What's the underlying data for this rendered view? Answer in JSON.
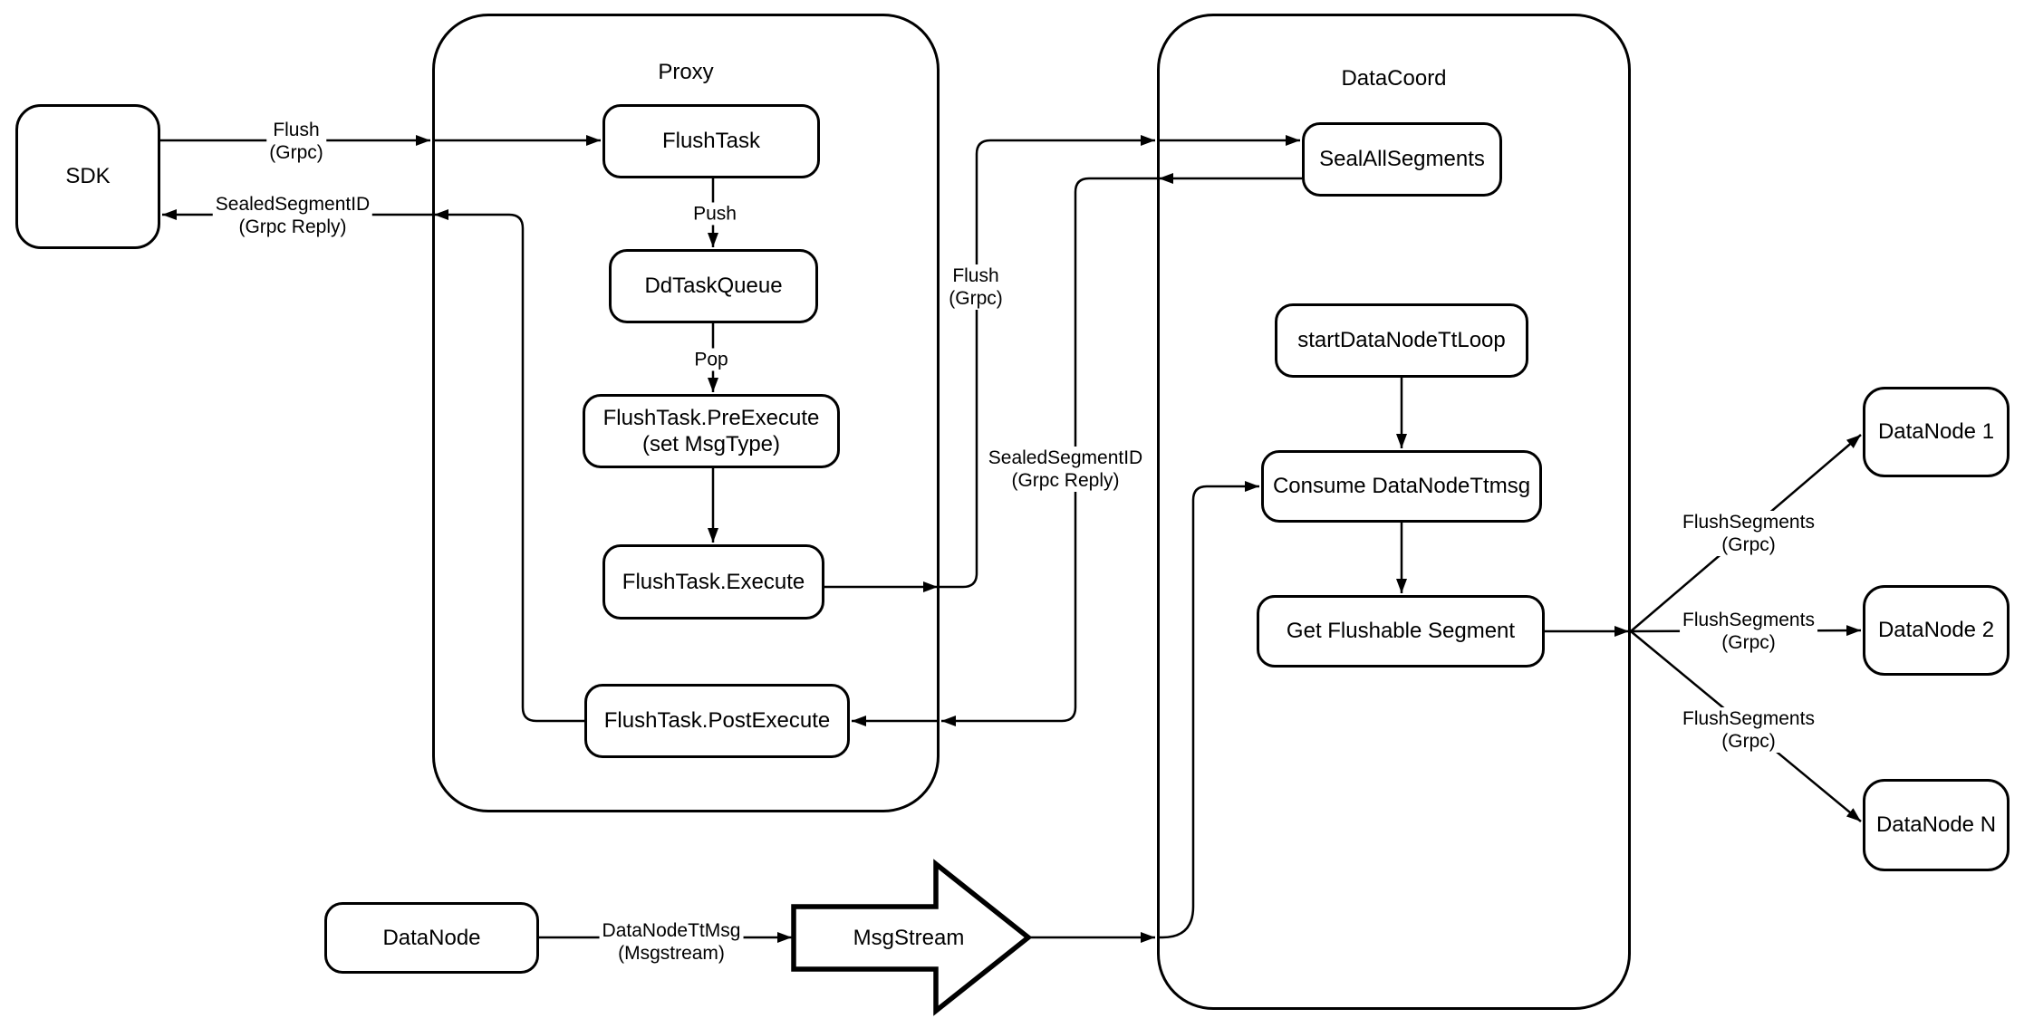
{
  "containers": {
    "proxy": {
      "title": "Proxy"
    },
    "datacoord": {
      "title": "DataCoord"
    }
  },
  "nodes": {
    "sdk": {
      "label": "SDK"
    },
    "flush_task": {
      "label": "FlushTask"
    },
    "dd_task_queue": {
      "label": "DdTaskQueue"
    },
    "pre_execute": {
      "line1": "FlushTask.PreExecute",
      "line2": "(set MsgType)"
    },
    "execute": {
      "label": "FlushTask.Execute"
    },
    "post_execute": {
      "label": "FlushTask.PostExecute"
    },
    "seal_all_segments": {
      "label": "SealAllSegments"
    },
    "start_tt_loop": {
      "label": "startDataNodeTtLoop"
    },
    "consume_ttmsg": {
      "label": "Consume DataNodeTtmsg"
    },
    "get_flushable": {
      "label": "Get Flushable Segment"
    },
    "datanode_1": {
      "label": "DataNode 1"
    },
    "datanode_2": {
      "label": "DataNode 2"
    },
    "datanode_n": {
      "label": "DataNode N"
    },
    "datanode_src": {
      "label": "DataNode"
    },
    "msgstream": {
      "label": "MsgStream"
    }
  },
  "edge_labels": {
    "flush_sdk": {
      "line1": "Flush",
      "line2": "(Grpc)"
    },
    "sealed_sdk": {
      "line1": "SealedSegmentID",
      "line2": "(Grpc Reply)"
    },
    "push": {
      "line1": "Push"
    },
    "pop": {
      "line1": "Pop"
    },
    "flush_mid": {
      "line1": "Flush",
      "line2": "(Grpc)"
    },
    "sealed_mid": {
      "line1": "SealedSegmentID",
      "line2": "(Grpc Reply)"
    },
    "flush_seg_1": {
      "line1": "FlushSegments",
      "line2": "(Grpc)"
    },
    "flush_seg_2": {
      "line1": "FlushSegments",
      "line2": "(Grpc)"
    },
    "flush_seg_3": {
      "line1": "FlushSegments",
      "line2": "(Grpc)"
    },
    "datanode_ttmsg": {
      "line1": "DataNodeTtMsg",
      "line2": "(Msgstream)"
    }
  },
  "colors": {
    "stroke": "#000000",
    "background": "#ffffff"
  }
}
